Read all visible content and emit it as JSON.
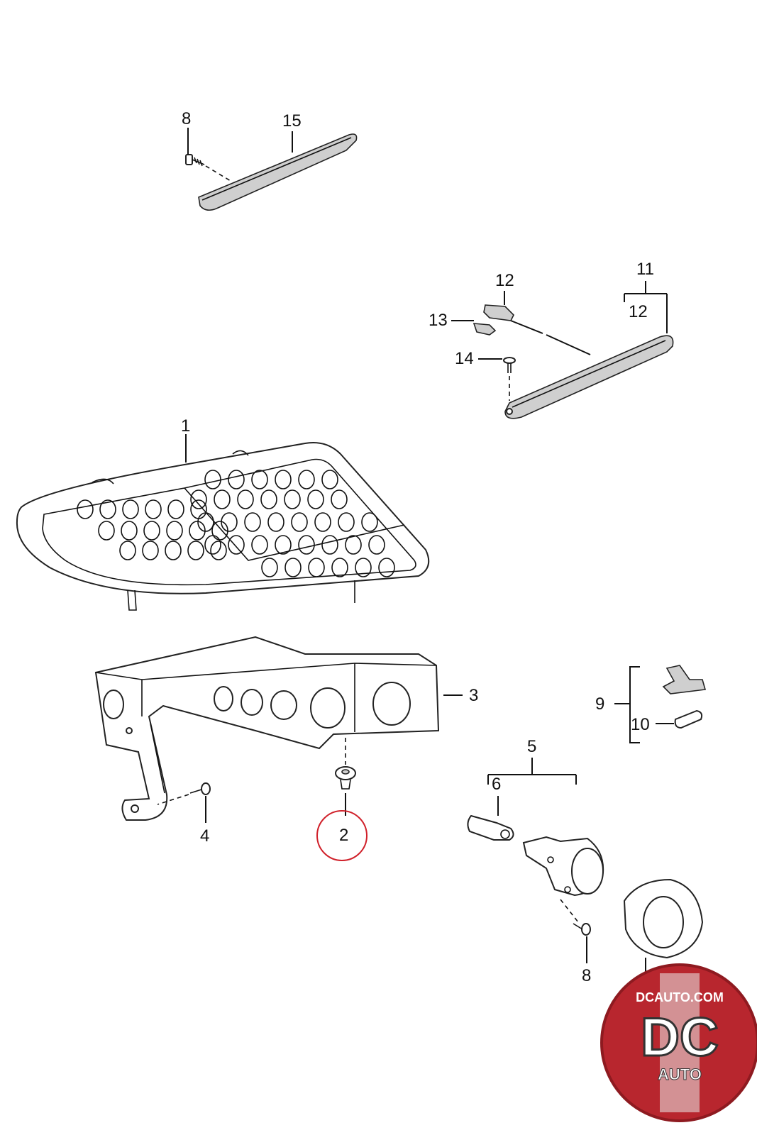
{
  "callouts": {
    "c1": "1",
    "c2": "2",
    "c3": "3",
    "c4": "4",
    "c5": "5",
    "c6": "6",
    "c8_top": "8",
    "c8_bottom": "8",
    "c9": "9",
    "c10": "10",
    "c11": "11",
    "c12_bracket": "12",
    "c12_connector": "12",
    "c13": "13",
    "c14": "14",
    "c15": "15"
  },
  "highlight": {
    "part": "2",
    "color": "#d0202a"
  },
  "logo": {
    "url_text": "DCAUTO.COM",
    "mark": "DC",
    "sub": "AUTO",
    "color": "#b8262e"
  }
}
